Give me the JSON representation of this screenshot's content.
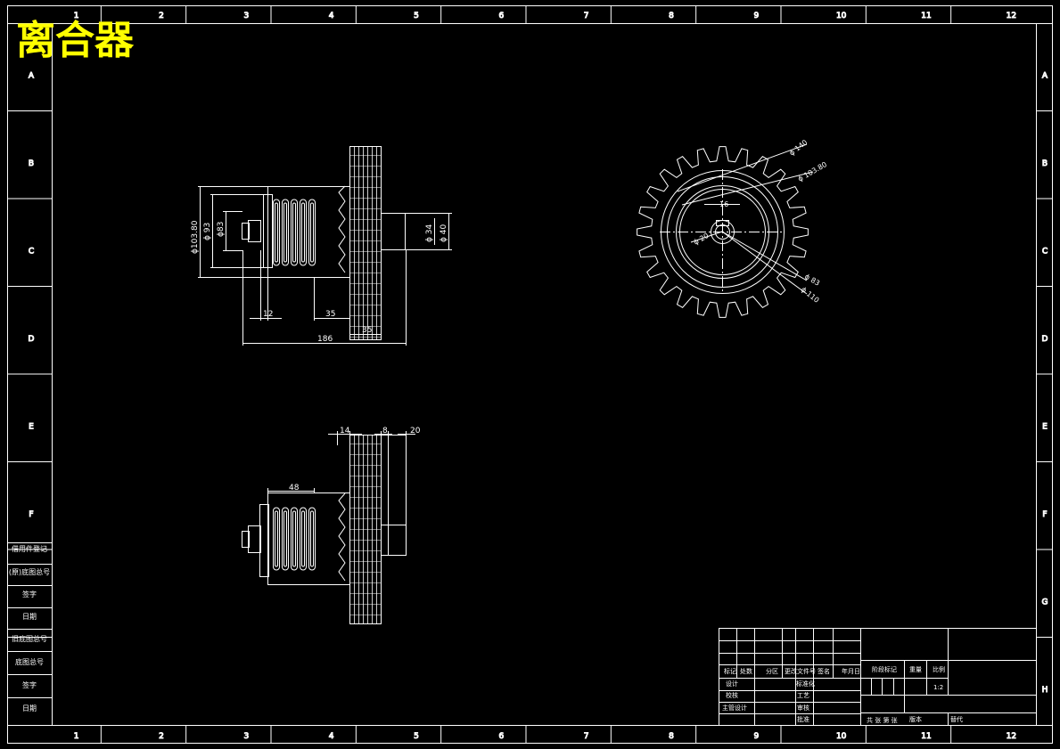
{
  "drawing_title": "离合器",
  "grid": {
    "columns": [
      "1",
      "2",
      "3",
      "4",
      "5",
      "6",
      "7",
      "8",
      "9",
      "10",
      "11",
      "12"
    ],
    "rows": [
      "A",
      "B",
      "C",
      "D",
      "E",
      "F",
      "G",
      "H"
    ]
  },
  "side_boxes": [
    "借用件登记",
    "(原)底图总号",
    "签字",
    "日期",
    "旧底图总号",
    "底图总号",
    "签字",
    "日期"
  ],
  "side_view": {
    "dims": {
      "dia_outer": "ϕ103.80",
      "dia_93": "ϕ 93",
      "dia_83": "ϕ83",
      "dia_34": "ϕ 34",
      "dia_40": "ϕ 40",
      "len_12": "12",
      "len_35a": "35",
      "len_35b": "35",
      "len_186": "186"
    }
  },
  "front_view": {
    "dims": {
      "dia_140": "ϕ 140",
      "dia_10380": "ϕ 103.80",
      "dia_16": "16",
      "dia_20": "ϕ 20",
      "dia_83": "ϕ 83",
      "dia_110": "ϕ 110"
    }
  },
  "lower_view": {
    "dims": {
      "len_14": "14",
      "len_8": "8",
      "len_20": "20",
      "len_48": "48"
    }
  },
  "title_block": {
    "row_labels": [
      "标记",
      "处数",
      "分区",
      "更改文件号",
      "签名",
      "年月日"
    ],
    "left_labels": [
      "设计",
      "校核",
      "主管设计"
    ],
    "mid_labels": [
      "标准化",
      "工艺",
      "审核",
      "批准"
    ],
    "stage_label": "阶段标记",
    "weight_label": "重量",
    "scale_label": "比例",
    "scale_value": "1:2",
    "sheet_label": "共  张  第  张",
    "version_label": "版本",
    "replace_label": "替代"
  }
}
